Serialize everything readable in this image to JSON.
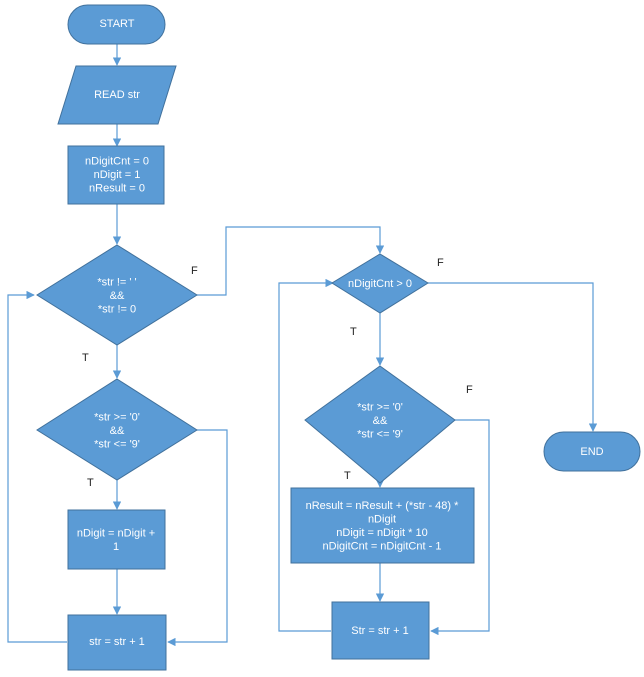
{
  "colors": {
    "fill": "#5b9bd5",
    "stroke": "#41719c",
    "arrow": "#5b9bd5",
    "text": "#ffffff",
    "label": "#222222"
  },
  "nodes": {
    "start": {
      "lines": [
        "START"
      ]
    },
    "read": {
      "lines": [
        "READ str"
      ]
    },
    "init": {
      "lines": [
        "nDigitCnt = 0",
        "nDigit = 1",
        "nResult = 0"
      ]
    },
    "cond_str": {
      "lines": [
        "*str != ' '",
        "&&",
        "*str != 0"
      ]
    },
    "cond_digit_left": {
      "lines": [
        "*str >= '0'",
        "&&",
        "*str <= '9'"
      ]
    },
    "ndigit_mul": {
      "lines": [
        "nDigit = nDigit +",
        "1"
      ]
    },
    "str_inc_left": {
      "lines": [
        "str = str + 1"
      ]
    },
    "cond_cnt": {
      "lines": [
        "nDigitCnt > 0"
      ]
    },
    "cond_digit_right": {
      "lines": [
        "*str >= '0'",
        "&&",
        "*str <= '9'"
      ]
    },
    "calc": {
      "lines": [
        "nResult = nResult + (*str - 48) *",
        "nDigit",
        "nDigit = nDigit * 10",
        "nDigitCnt = nDigitCnt - 1"
      ]
    },
    "str_inc_right": {
      "lines": [
        "Str = str + 1"
      ]
    },
    "end": {
      "lines": [
        "END"
      ]
    }
  },
  "edge_labels": {
    "cond_str_false": "F",
    "cond_str_true": "T",
    "cond_digit_left_true": "T",
    "cond_cnt_false": "F",
    "cond_cnt_true": "T",
    "cond_digit_right_false": "F",
    "cond_digit_right_true": "T"
  }
}
